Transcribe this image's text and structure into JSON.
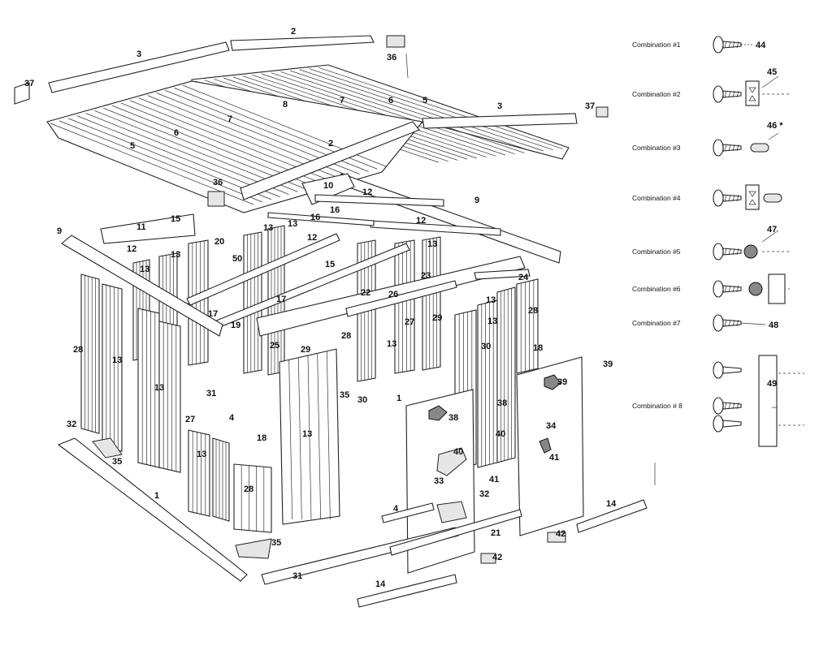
{
  "callouts": [
    "1",
    "2",
    "3",
    "4",
    "5",
    "6",
    "7",
    "8",
    "9",
    "10",
    "11",
    "12",
    "13",
    "14",
    "15",
    "16",
    "17",
    "18",
    "19",
    "20",
    "21",
    "22",
    "23",
    "24",
    "25",
    "26",
    "27",
    "28",
    "29",
    "30",
    "31",
    "32",
    "33",
    "34",
    "35",
    "36",
    "37",
    "38",
    "39",
    "40",
    "41",
    "42",
    "50"
  ],
  "combinations": [
    {
      "label": "Combination #1",
      "part": "44"
    },
    {
      "label": "Combination #2",
      "part": "45"
    },
    {
      "label": "Combination #3",
      "part": "46 *"
    },
    {
      "label": "Combination #4",
      "part": ""
    },
    {
      "label": "Combination #5",
      "part": "47"
    },
    {
      "label": "Combination #6",
      "part": ""
    },
    {
      "label": "Combination #7",
      "part": "48"
    },
    {
      "label": "Combination # 8",
      "part": "49"
    }
  ]
}
